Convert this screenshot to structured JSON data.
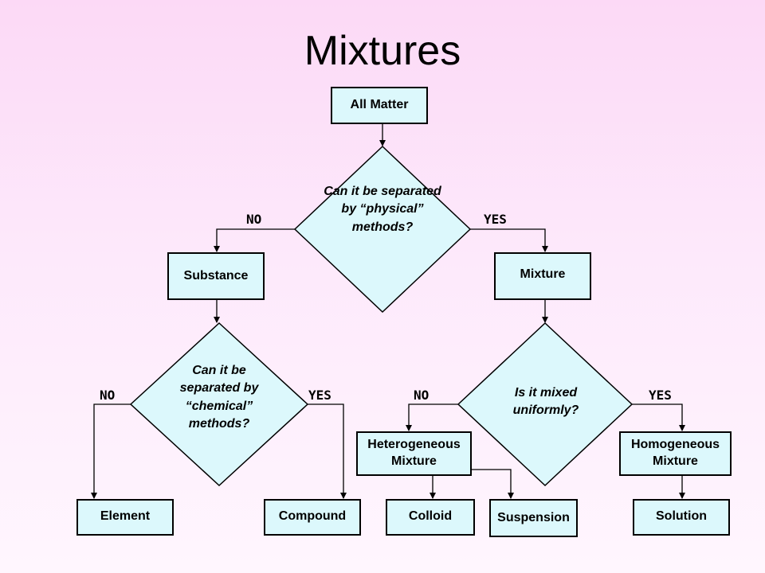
{
  "title": "Mixtures",
  "colors": {
    "box_fill": "#dcf8fc",
    "background": "#fde9fb",
    "stroke": "#000000"
  },
  "nodes": {
    "all_matter": "All Matter",
    "substance": "Substance",
    "mixture": "Mixture",
    "heterogeneous": "Heterogeneous Mixture",
    "homogeneous": "Homogeneous Mixture",
    "element": "Element",
    "compound": "Compound",
    "colloid": "Colloid",
    "suspension": "Suspension",
    "solution": "Solution"
  },
  "decisions": {
    "physical": "Can it be separated by “physical” methods?",
    "chemical": "Can it be separated by “chemical” methods?",
    "uniform": "Is it mixed uniformly?"
  },
  "branches": {
    "no": "NO",
    "yes": "YES"
  }
}
